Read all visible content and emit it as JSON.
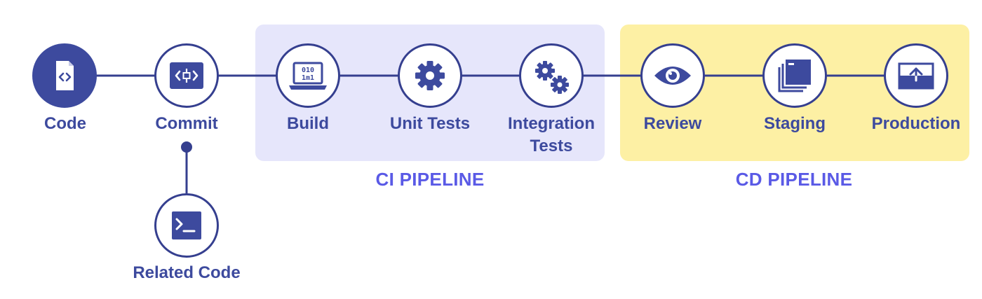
{
  "colors": {
    "node_stroke": "#353f8f",
    "icon_fill": "#3d4a9e",
    "ci_panel": "#e6e6fb",
    "cd_panel": "#fdf0a4",
    "pipeline_label": "#5a5ae6"
  },
  "nodes": {
    "code": {
      "label": "Code",
      "icon": "code-file-icon"
    },
    "commit": {
      "label": "Commit",
      "icon": "commit-icon"
    },
    "build": {
      "label": "Build",
      "icon": "laptop-binary-icon"
    },
    "unit_tests": {
      "label": "Unit Tests",
      "icon": "gear-icon"
    },
    "integration": {
      "label_line1": "Integration",
      "label_line2": "Tests",
      "icon": "gears-icon"
    },
    "review": {
      "label": "Review",
      "icon": "eye-icon"
    },
    "staging": {
      "label": "Staging",
      "icon": "stacked-windows-icon"
    },
    "production": {
      "label": "Production",
      "icon": "upload-tray-icon"
    },
    "related": {
      "label": "Related Code",
      "icon": "terminal-icon"
    }
  },
  "pipelines": {
    "ci": "CI PIPELINE",
    "cd": "CD PIPELINE"
  }
}
